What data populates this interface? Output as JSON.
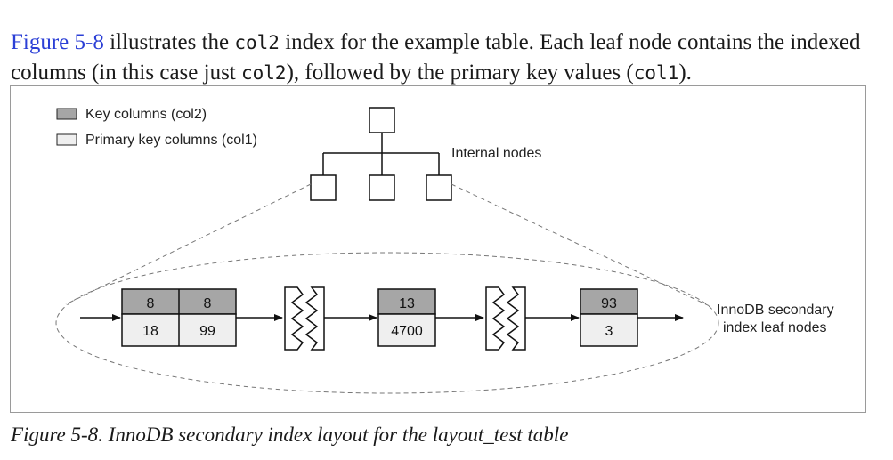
{
  "paragraph": {
    "fig_ref": "Figure 5-8",
    "t1": " illustrates the ",
    "c1": "col2",
    "t2": " index for the example table. Each leaf node contains the indexed columns (in this case just ",
    "c2": "col2",
    "t3": "), followed by the primary key values (",
    "c3": "col1",
    "t4": ")."
  },
  "legend": {
    "key": "Key columns (col2)",
    "primary": "Primary key columns (col1)"
  },
  "labels": {
    "internal": "Internal nodes",
    "leaf_line1": "InnoDB secondary",
    "leaf_line2": "index leaf nodes"
  },
  "leaf_nodes": [
    {
      "keys": [
        "8",
        "8"
      ],
      "pks": [
        "18",
        "99"
      ]
    },
    {
      "keys": [
        "13"
      ],
      "pks": [
        "4700"
      ]
    },
    {
      "keys": [
        "93"
      ],
      "pks": [
        "3"
      ]
    }
  ],
  "colors": {
    "key_fill": "#a6a6a6",
    "pk_fill": "#efefef",
    "link": "#2b3fd6"
  },
  "caption": "Figure 5-8. InnoDB secondary index layout for the layout_test table"
}
